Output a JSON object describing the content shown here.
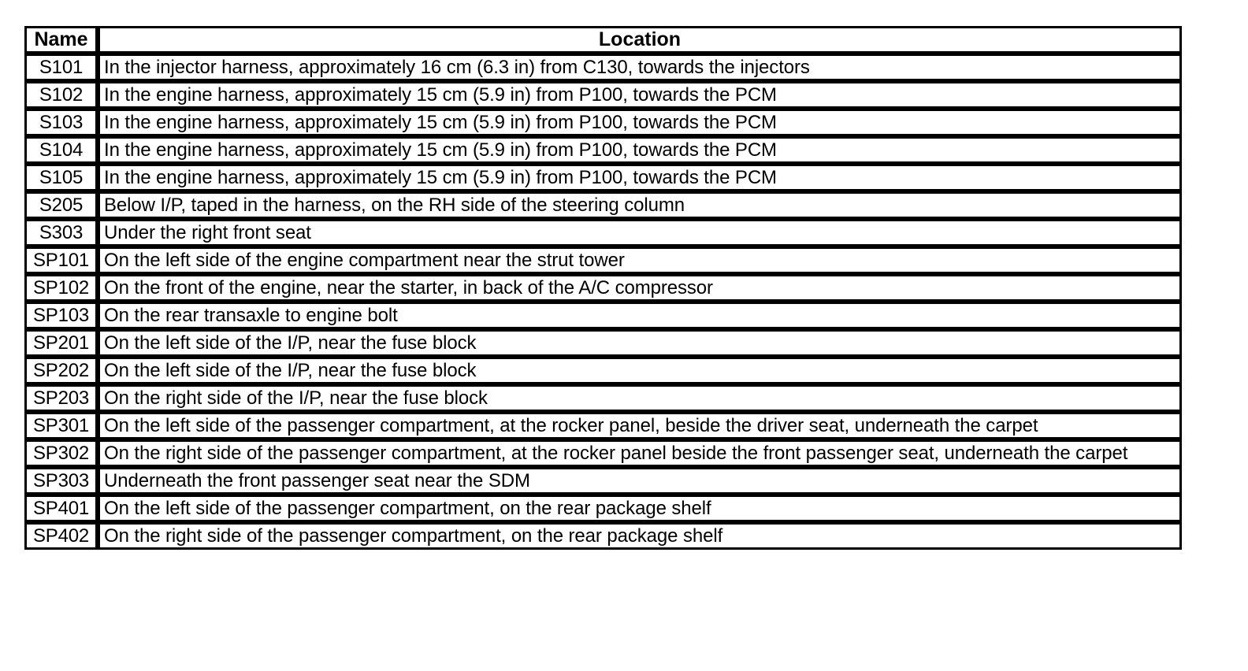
{
  "table": {
    "columns": [
      {
        "key": "name",
        "header": "Name"
      },
      {
        "key": "location",
        "header": "Location"
      }
    ],
    "rows": [
      {
        "name": "S101",
        "location": "In the injector harness, approximately 16 cm (6.3 in) from C130, towards the injectors"
      },
      {
        "name": "S102",
        "location": "In the engine harness, approximately 15 cm (5.9 in) from P100, towards the PCM"
      },
      {
        "name": "S103",
        "location": "In the engine harness, approximately 15 cm (5.9 in) from P100, towards the PCM"
      },
      {
        "name": "S104",
        "location": "In the engine harness, approximately 15 cm (5.9 in) from P100, towards the PCM"
      },
      {
        "name": "S105",
        "location": "In the engine harness, approximately 15 cm (5.9 in) from P100, towards the PCM"
      },
      {
        "name": "S205",
        "location": "Below I/P, taped in the harness, on the RH side of the steering column"
      },
      {
        "name": "S303",
        "location": "Under the right front seat"
      },
      {
        "name": "SP101",
        "location": "On the left side of the engine compartment near the strut tower"
      },
      {
        "name": "SP102",
        "location": "On the front of the engine, near the starter, in back of the A/C compressor"
      },
      {
        "name": "SP103",
        "location": "On the rear transaxle to engine bolt"
      },
      {
        "name": "SP201",
        "location": "On the left side of the I/P, near the fuse block"
      },
      {
        "name": "SP202",
        "location": "On the left side of the I/P, near the fuse block"
      },
      {
        "name": "SP203",
        "location": "On the right side of the I/P, near the fuse block"
      },
      {
        "name": "SP301",
        "location": "On the left side of the passenger compartment, at the rocker panel, beside the driver seat, underneath the carpet"
      },
      {
        "name": "SP302",
        "location": "On the right side of the passenger compartment, at the rocker panel beside the front passenger seat, underneath the carpet"
      },
      {
        "name": "SP303",
        "location": "Underneath the front passenger seat near the SDM"
      },
      {
        "name": "SP401",
        "location": "On the left side of the passenger compartment, on the rear package shelf"
      },
      {
        "name": "SP402",
        "location": "On the right side of the passenger compartment, on the rear package shelf"
      }
    ]
  },
  "colors": {
    "border": "#000000",
    "text": "#000000",
    "background": "#ffffff"
  }
}
